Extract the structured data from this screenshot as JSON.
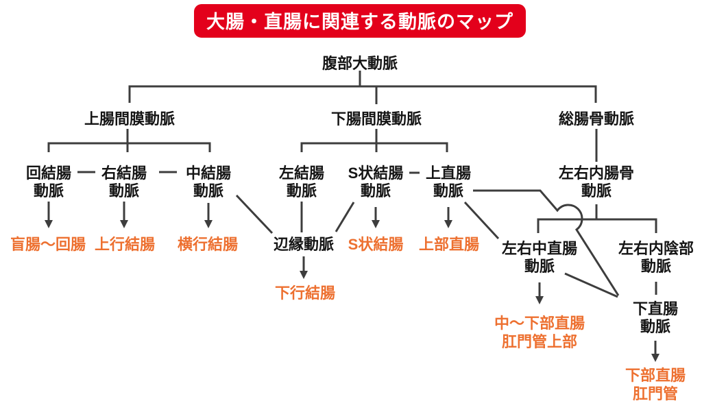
{
  "title": {
    "text": "大腸・直腸に関連する動脈のマップ"
  },
  "colors": {
    "banner_red": "#E3001B",
    "banner_text": "#FFFFFF",
    "artery_text": "#151515",
    "region_orange": "#ED7030",
    "line_gray": "#3D3D3D",
    "background": "#FFFFFF"
  },
  "nodes": {
    "abdominal_aorta": {
      "label": "腹部大動脈"
    },
    "superior_mesenteric": {
      "label": "上腸間膜動脈"
    },
    "inferior_mesenteric": {
      "label": "下腸間膜動脈"
    },
    "common_iliac": {
      "label": "総腸骨動脈"
    },
    "ileocolic": {
      "line1": "回結腸",
      "line2": "動脈"
    },
    "right_colic": {
      "line1": "右結腸",
      "line2": "動脈"
    },
    "middle_colic": {
      "line1": "中結腸",
      "line2": "動脈"
    },
    "left_colic": {
      "line1": "左結腸",
      "line2": "動脈"
    },
    "sigmoid_artery": {
      "line1": "S状結腸",
      "line2": "動脈"
    },
    "superior_rectal": {
      "line1": "上直腸",
      "line2": "動脈"
    },
    "internal_iliac": {
      "line1": "左右内腸骨",
      "line2": "動脈"
    },
    "marginal": {
      "label": "辺縁動脈"
    },
    "middle_rectal": {
      "line1": "左右中直腸",
      "line2": "動脈"
    },
    "internal_pudendal": {
      "line1": "左右内陰部",
      "line2": "動脈"
    },
    "inferior_rectal": {
      "line1": "下直腸",
      "line2": "動脈"
    }
  },
  "regions": {
    "cecum_ileum": {
      "label": "盲腸〜回腸"
    },
    "ascending_colon": {
      "label": "上行結腸"
    },
    "transverse_colon": {
      "label": "横行結腸"
    },
    "sigmoid_colon": {
      "label": "S状結腸"
    },
    "upper_rectum": {
      "label": "上部直腸"
    },
    "descending_colon": {
      "label": "下行結腸"
    },
    "mid_lower_rectum": {
      "line1": "中〜下部直腸",
      "line2": "肛門管上部"
    },
    "lower_rectum": {
      "line1": "下部直腸",
      "line2": "肛門管"
    }
  }
}
